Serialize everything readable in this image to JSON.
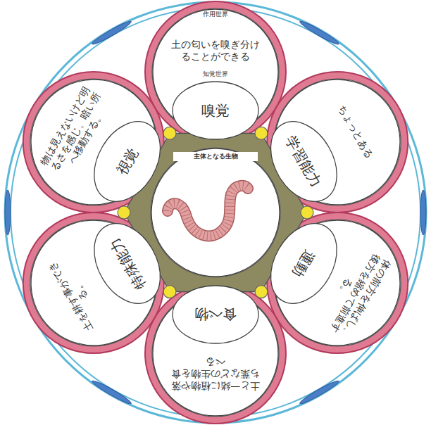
{
  "diagram": {
    "nodes": [
      {
        "text": [
          "主体となる生物"
        ]
      },
      {
        "text": [
          "土の匂いを嗅ぎ分けることができる"
        ]
      },
      {
        "text": [
          "嗅覚"
        ],
        "in": 1
      },
      {
        "text": [
          "ちょっとある"
        ]
      },
      {
        "text": [
          "学習能力"
        ],
        "in": 3
      },
      {
        "text": [
          "体の前方を伸ばし、後方を縮めて前進する。"
        ]
      },
      {
        "text": [
          "運動"
        ],
        "in": 5
      },
      {
        "text": [
          "土と一緒に植物や落ち葉などの生物を食べる"
        ]
      },
      {
        "text": [
          "食べ物"
        ],
        "in": 7
      },
      {
        "text": [
          "土を耕す事ができる。"
        ]
      },
      {
        "text": [
          "特殊能力"
        ],
        "in": 9
      },
      {
        "text": [
          "物は見えないけど明るさを感じ、暗い所へ移動する。"
        ]
      },
      {
        "text": [
          "視覚"
        ],
        "in": 11
      }
    ],
    "labels": [
      "作用世界",
      "知覚世界"
    ]
  }
}
